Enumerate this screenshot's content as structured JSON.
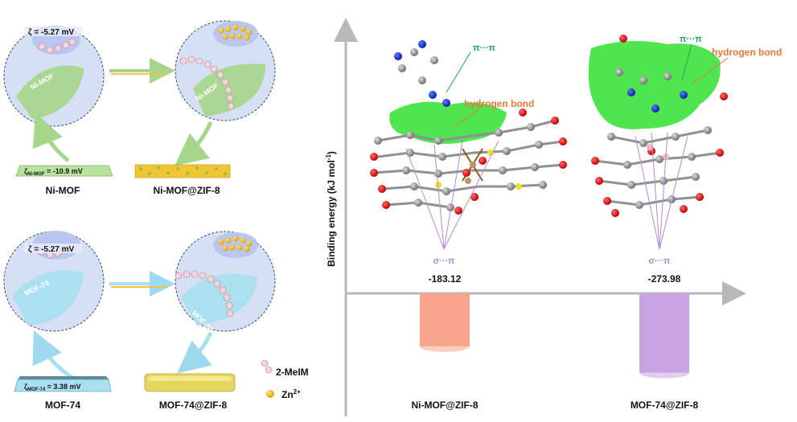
{
  "left_panel": {
    "top_row": {
      "initial_zeta": "ζ = -5.27 mV",
      "source_label": "Ni-MOF",
      "bubble_label_1": "Ni-MOF",
      "bubble_label_2": "Ni-MOF",
      "source_zeta_prefix": "ζ",
      "source_zeta_sub": "Ni-MOF",
      "source_zeta_value": " = -10.9 mV",
      "product_label": "Ni-MOF@ZIF-8"
    },
    "bottom_row": {
      "initial_zeta": "ζ = -5.27 mV",
      "source_label": "MOF-74",
      "bubble_label_1": "MOF-74",
      "bubble_label_2": "MOF-74",
      "source_zeta_prefix": "ζ",
      "source_zeta_sub": "MOF-74",
      "source_zeta_value": " = 3.38 mV",
      "product_label": "MOF-74@ZIF-8"
    },
    "legend": {
      "ligand_label": "2-MeIM",
      "zinc_label": "Zn",
      "zinc_sup": "2+"
    }
  },
  "right_panel": {
    "y_axis_label": "Binding energy (kJ mol",
    "y_axis_label_sup": "-1",
    "y_axis_label_end": ")",
    "left_structure": {
      "pi_label": "π···π",
      "hbond_label": "hydrogen bond",
      "sigma_label": "σ···π"
    },
    "right_structure": {
      "pi_label": "π···π",
      "hbond_label": "hydrogen bond",
      "sigma_label": "σ···π"
    }
  },
  "chart_data": {
    "type": "bar",
    "categories": [
      "Ni-MOF@ZIF-8",
      "MOF-74@ZIF-8"
    ],
    "values": [
      -183.12,
      -273.98
    ],
    "value_labels": [
      "-183.12",
      "-273.98"
    ],
    "ylabel": "Binding energy (kJ mol-1)",
    "colors": [
      "#f8a58d",
      "#c9a4e3"
    ]
  },
  "colors": {
    "pi": "#1fa35a",
    "hbond": "#e8773a",
    "sigma": "#b48ad8",
    "bubble": "#d6e0f5",
    "green_mof": "#a6d68a",
    "blue_mof": "#a9dff0",
    "ligand": "#f5d4dc",
    "zinc": "#f0b51e"
  }
}
